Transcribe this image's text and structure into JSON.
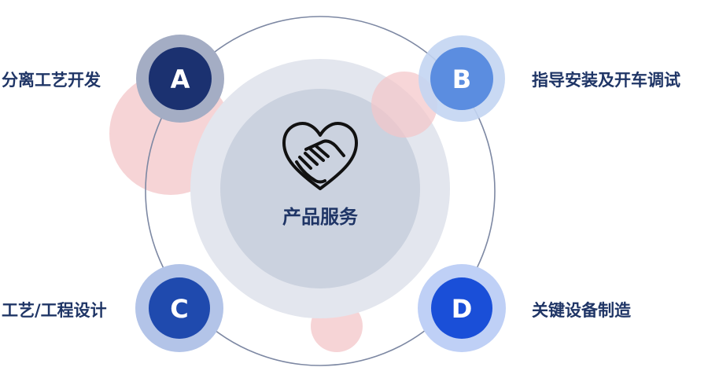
{
  "center": {
    "title": "产品服务",
    "icon": "handshake-heart-icon"
  },
  "nodes": [
    {
      "id": "A",
      "letter": "A",
      "label": "分离工艺开发",
      "color": "#1b3170",
      "halo": "#a4adc4"
    },
    {
      "id": "B",
      "letter": "B",
      "label": "指导安装及开车调试",
      "color": "#5b8de0",
      "halo": "#c3d5f2"
    },
    {
      "id": "C",
      "letter": "C",
      "label": "工艺/工程设计",
      "color": "#1f4aae",
      "halo": "#b3c4e8"
    },
    {
      "id": "D",
      "letter": "D",
      "label": "关键设备制造",
      "color": "#1a4fd8",
      "halo": "#bfd0f6"
    }
  ],
  "colors": {
    "ring": "#7d88a3",
    "inner_outer": "#e3e6ee",
    "inner_core": "#cbd2df",
    "bubble": "#f3c5c8",
    "text": "#1f3566"
  }
}
